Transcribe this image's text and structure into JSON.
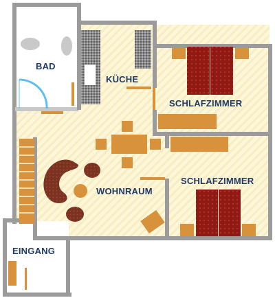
{
  "rooms": {
    "bad": "BAD",
    "kueche": "KÜCHE",
    "schlafzimmer_1": "SCHLAFZIMMER",
    "schlafzimmer_2": "SCHLAFZIMMER",
    "wohnraum": "WOHNRAUM",
    "eingang": "EINGANG"
  },
  "colors": {
    "wall": "#9b9b9b",
    "floor": "#fdf6d8",
    "floor_stripe": "#f8edc2",
    "furniture": "#d8923c",
    "bed_cover": "#8e1a13",
    "sofa": "#7b3220",
    "label": "#1f3a64",
    "shower_door": "#5dc0f0"
  }
}
